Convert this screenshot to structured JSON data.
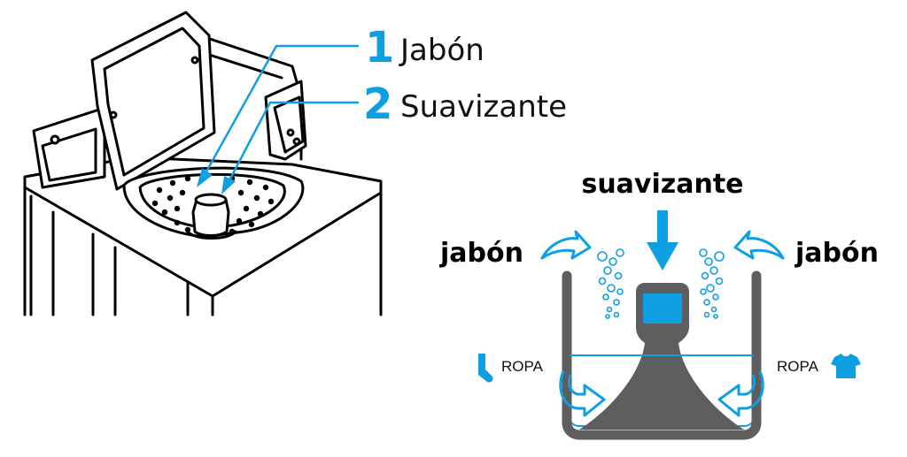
{
  "legend": {
    "item1_number": "1",
    "item1_label": "Jabón",
    "item2_number": "2",
    "item2_label": "Suavizante"
  },
  "diagram": {
    "softener_label": "suavizante",
    "soap_left_label": "jabón",
    "soap_right_label": "jabón",
    "clothes_left_label": "ROPA",
    "clothes_right_label": "ROPA"
  },
  "colors": {
    "accent": "#0e9fe3",
    "drum": "#5e5e5e",
    "outline": "#000000"
  },
  "icons": {
    "clothes_left": "sock-icon",
    "clothes_right": "tshirt-icon"
  }
}
